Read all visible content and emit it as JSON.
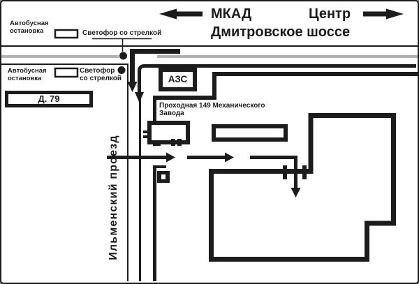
{
  "highway": {
    "name": "Дмитровское шоссе",
    "left_direction": "МКАД",
    "right_direction": "Центр"
  },
  "street": {
    "name": "Ильменский проезд"
  },
  "landmarks": {
    "bus_stop_top": {
      "label": "Автобусная\nостановка"
    },
    "traffic_light_top": {
      "label": "Светофор со стрелкой"
    },
    "bus_stop_left": {
      "label": "Автобусная\nостановка"
    },
    "traffic_light_left": {
      "label": "Светофор\nсо стрелкой"
    },
    "house": {
      "label": "Д. 79"
    },
    "gas_station": {
      "label": "АЗС"
    },
    "factory_entrance": {
      "label": "Проходная 149 Механического\nЗавода"
    }
  },
  "icons": {
    "left_direction_arrow": "arrow-left",
    "right_direction_arrow": "arrow-right",
    "traffic_light_dot": "filled-circle",
    "bus_stop_symbol": "outlined-rectangle",
    "checkpoint_symbol": "black-square-white-center",
    "route_arrow": "thick-black-arrow"
  },
  "colors": {
    "ink": "#1c1c1c",
    "median_gray": "#b3b3b3",
    "background": "#ffffff"
  }
}
